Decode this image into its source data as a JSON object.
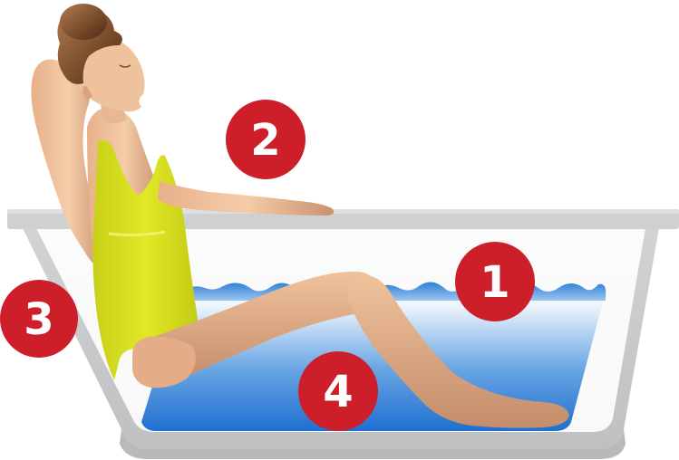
{
  "colors": {
    "tub": "#c8c9cb",
    "tub_rim": "#d3d4d6",
    "tub_outline": "#a7a9ac",
    "water_top": "#ffffff",
    "water_bottom": "#1f78d6",
    "skin_light": "#f3caa4",
    "skin_dark": "#c99373",
    "hair_light": "#a87046",
    "hair_dark": "#5a321a",
    "swimsuit": "#d9e021",
    "swimsuit_shade": "#b7c014",
    "badge": "#cc1f2a"
  },
  "badges": [
    {
      "id": "1",
      "label": "1"
    },
    {
      "id": "2",
      "label": "2"
    },
    {
      "id": "3",
      "label": "3"
    },
    {
      "id": "4",
      "label": "4"
    }
  ]
}
